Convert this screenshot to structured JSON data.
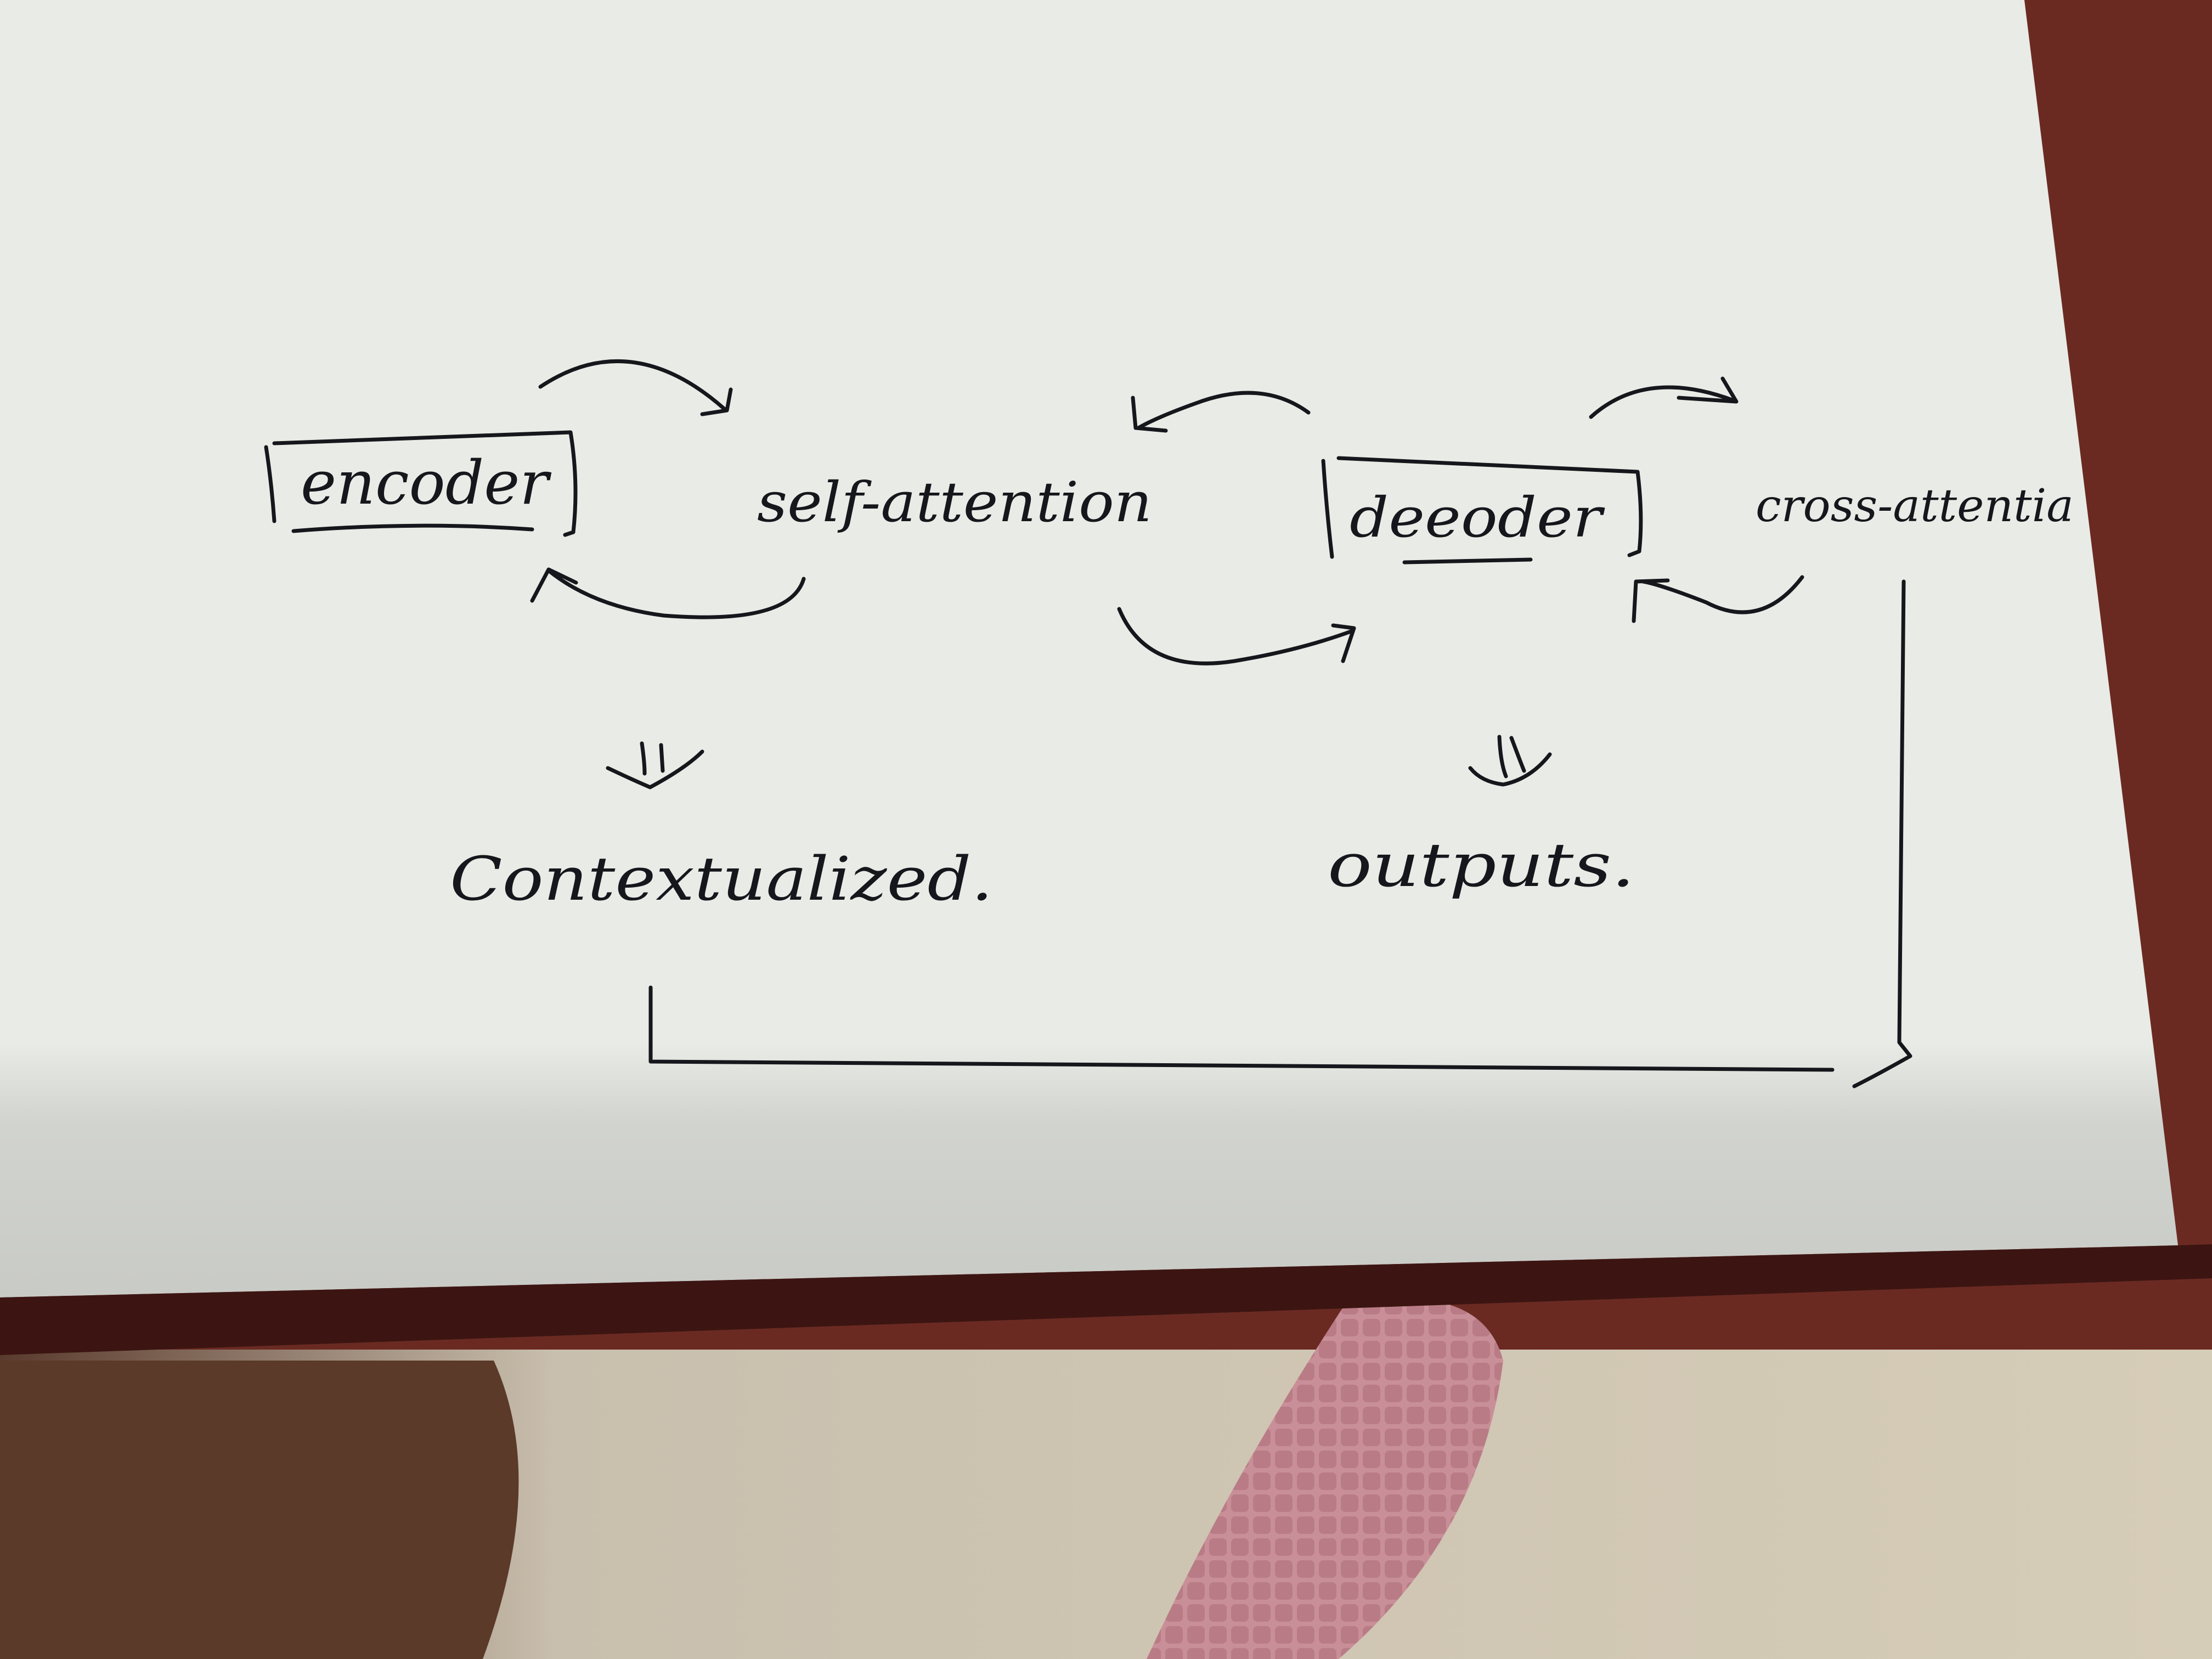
{
  "nodes": {
    "encoder": "encoder",
    "self_attention": "self-attention",
    "decoder": "deeoder",
    "cross_attention": "cross-attentia",
    "contextualized": "Contextualized.",
    "outputs": "outputs."
  },
  "colors": {
    "paper": "#e9ebe6",
    "ink": "#15171c",
    "table": "#6a2a22",
    "floor": "#cfc6b2",
    "slipper": "#c98f98"
  }
}
